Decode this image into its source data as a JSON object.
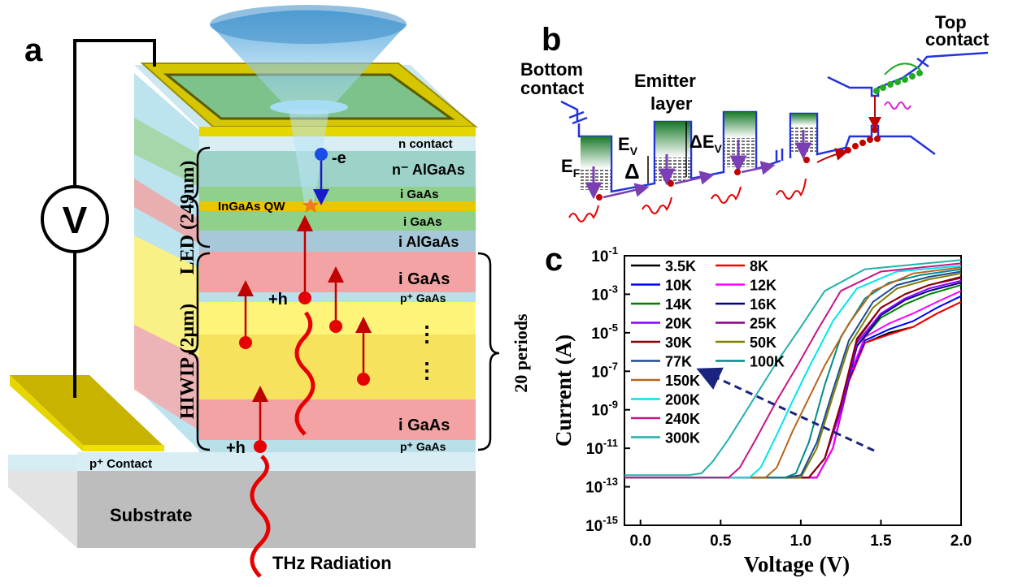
{
  "panel_a": {
    "label": "a",
    "voltmeter": "V",
    "n_contact": "n contact",
    "n_algaas": "n⁻ AlGaAs",
    "i_gaas_top": "i GaAs",
    "ingaas_qw": "InGaAs QW",
    "i_gaas_mid": "i GaAs",
    "i_algaas": "i AlGaAs",
    "i_gaas_1": "i GaAs",
    "p_gaas_1": "p⁺ GaAs",
    "i_gaas_2": "i GaAs",
    "p_gaas_2": "p⁺ GaAs",
    "p_contact": "p⁺ Contact",
    "substrate": "Substrate",
    "thz": "THz Radiation",
    "electron": "-e",
    "hole_1": "+h",
    "hole_2": "+h",
    "led": "LED (249nm)",
    "hiwip": "HIWIP (2μm)",
    "periods": "20 periods",
    "dots": "•\n•\n•\n•"
  },
  "panel_b": {
    "label": "b",
    "bottom_contact_1": "Bottom",
    "bottom_contact_2": "contact",
    "emitter_1": "Emitter",
    "emitter_2": "layer",
    "top_contact_1": "Top",
    "top_contact_2": "contact",
    "ef": "E",
    "ef_sub": "F",
    "ev": "E",
    "ev_sub": "V",
    "dev": "ΔE",
    "dev_sub": "V",
    "delta": "Δ"
  },
  "panel_c": {
    "label": "c",
    "xlabel": "Voltage (V)",
    "ylabel": "Current (A)",
    "xticks": [
      "0.0",
      "0.5",
      "1.0",
      "1.5",
      "2.0"
    ],
    "yticks": [
      {
        "base": "10",
        "exp": "-1"
      },
      {
        "base": "10",
        "exp": "-3"
      },
      {
        "base": "10",
        "exp": "-5"
      },
      {
        "base": "10",
        "exp": "-7"
      },
      {
        "base": "10",
        "exp": "-9"
      },
      {
        "base": "10",
        "exp": "-11"
      },
      {
        "base": "10",
        "exp": "-13"
      },
      {
        "base": "10",
        "exp": "-15"
      }
    ]
  },
  "chart_data": {
    "type": "line",
    "xlabel": "Voltage (V)",
    "ylabel": "Current (A)",
    "xlim": [
      -0.1,
      2.0
    ],
    "ylim": [
      1e-15,
      0.1
    ],
    "yscale": "log",
    "legend_position": "top-left",
    "series": [
      {
        "name": "3.5K",
        "color": "#000000",
        "x": [
          -0.1,
          0.4,
          0.9,
          1.1,
          1.2,
          1.3,
          1.4,
          1.55,
          1.7,
          1.85,
          2.0
        ],
        "y": [
          3e-13,
          3e-13,
          3e-13,
          3e-13,
          1e-11,
          3e-08,
          3e-06,
          1e-05,
          2e-05,
          0.0001,
          0.0004
        ]
      },
      {
        "name": "8K",
        "color": "#ff0000",
        "x": [
          -0.1,
          0.4,
          0.9,
          1.1,
          1.2,
          1.3,
          1.4,
          1.55,
          1.7,
          1.85,
          2.0
        ],
        "y": [
          3e-13,
          3e-13,
          3e-13,
          3e-13,
          1e-11,
          3e-08,
          3e-06,
          8e-06,
          2e-05,
          0.0001,
          0.0004
        ]
      },
      {
        "name": "10K",
        "color": "#0000ff",
        "x": [
          -0.1,
          0.4,
          0.9,
          1.1,
          1.2,
          1.3,
          1.4,
          1.55,
          1.7,
          1.85,
          2.0
        ],
        "y": [
          3e-13,
          3e-13,
          3e-13,
          3e-13,
          1e-11,
          4e-08,
          4e-06,
          1.5e-05,
          4e-05,
          0.0002,
          0.0008
        ]
      },
      {
        "name": "12K",
        "color": "#ff00ff",
        "x": [
          -0.1,
          0.4,
          0.9,
          1.1,
          1.2,
          1.3,
          1.4,
          1.55,
          1.7,
          1.85,
          2.0
        ],
        "y": [
          3e-13,
          3e-13,
          3e-13,
          3e-13,
          1e-11,
          5e-08,
          6e-06,
          3e-05,
          0.0001,
          0.0004,
          0.0015
        ]
      },
      {
        "name": "14K",
        "color": "#008000",
        "x": [
          -0.1,
          0.4,
          0.9,
          1.05,
          1.15,
          1.25,
          1.35,
          1.5,
          1.65,
          1.8,
          2.0
        ],
        "y": [
          3e-13,
          3e-13,
          3e-13,
          3e-13,
          3e-12,
          1e-09,
          2e-06,
          6e-05,
          0.0003,
          0.001,
          0.003
        ]
      },
      {
        "name": "16K",
        "color": "#000080",
        "x": [
          -0.1,
          0.4,
          0.9,
          1.05,
          1.15,
          1.25,
          1.35,
          1.5,
          1.65,
          1.8,
          2.0
        ],
        "y": [
          3e-13,
          3e-13,
          3e-13,
          3e-13,
          3e-12,
          1e-09,
          2e-06,
          8e-05,
          0.0005,
          0.0015,
          0.004
        ]
      },
      {
        "name": "20K",
        "color": "#8b00ff",
        "x": [
          -0.1,
          0.4,
          0.9,
          1.05,
          1.15,
          1.25,
          1.35,
          1.5,
          1.65,
          1.8,
          2.0
        ],
        "y": [
          3e-13,
          3e-13,
          3e-13,
          3e-13,
          3e-12,
          1e-09,
          3e-06,
          0.0001,
          0.0006,
          0.002,
          0.005
        ]
      },
      {
        "name": "25K",
        "color": "#8b008b",
        "x": [
          -0.1,
          0.4,
          0.9,
          1.05,
          1.15,
          1.25,
          1.35,
          1.5,
          1.65,
          1.8,
          2.0
        ],
        "y": [
          3e-13,
          3e-13,
          3e-13,
          3e-13,
          3e-12,
          2e-09,
          4e-06,
          0.0002,
          0.001,
          0.003,
          0.007
        ]
      },
      {
        "name": "30K",
        "color": "#8b0000",
        "x": [
          -0.1,
          0.4,
          0.9,
          1.05,
          1.15,
          1.25,
          1.35,
          1.5,
          1.65,
          1.8,
          2.0
        ],
        "y": [
          3e-13,
          3e-13,
          3e-13,
          3e-13,
          3e-12,
          2e-09,
          5e-06,
          0.0002,
          0.001,
          0.003,
          0.008
        ]
      },
      {
        "name": "50K",
        "color": "#808000",
        "x": [
          -0.1,
          0.4,
          0.9,
          1.0,
          1.1,
          1.2,
          1.3,
          1.45,
          1.6,
          1.8,
          2.0
        ],
        "y": [
          3e-13,
          3e-13,
          3e-13,
          3e-13,
          1e-11,
          5e-09,
          2e-06,
          0.0002,
          0.002,
          0.006,
          0.012
        ]
      },
      {
        "name": "77K",
        "color": "#1e4b96",
        "x": [
          -0.1,
          0.4,
          0.9,
          1.0,
          1.1,
          1.2,
          1.3,
          1.45,
          1.6,
          1.8,
          2.0
        ],
        "y": [
          3e-13,
          3e-13,
          3e-13,
          4e-13,
          2e-11,
          1e-08,
          4e-06,
          0.0004,
          0.003,
          0.008,
          0.015
        ]
      },
      {
        "name": "100K",
        "color": "#008b8b",
        "x": [
          -0.1,
          0.4,
          0.9,
          0.97,
          1.05,
          1.15,
          1.25,
          1.4,
          1.55,
          1.75,
          2.0
        ],
        "y": [
          3e-13,
          3e-13,
          3e-13,
          5e-13,
          2e-11,
          2e-08,
          6e-06,
          0.0006,
          0.004,
          0.01,
          0.02
        ]
      },
      {
        "name": "150K",
        "color": "#b8651b",
        "x": [
          -0.1,
          0.4,
          0.78,
          0.85,
          0.95,
          1.05,
          1.15,
          1.3,
          1.45,
          1.7,
          2.0
        ],
        "y": [
          3e-13,
          3e-13,
          3e-13,
          1e-12,
          8e-11,
          4e-09,
          2e-07,
          3e-05,
          0.0015,
          0.012,
          0.025
        ]
      },
      {
        "name": "200K",
        "color": "#00e5ee",
        "x": [
          -0.1,
          0.4,
          0.68,
          0.75,
          0.85,
          0.95,
          1.05,
          1.2,
          1.35,
          1.6,
          2.0
        ],
        "y": [
          3e-13,
          3e-13,
          3e-13,
          1e-12,
          5e-11,
          3e-09,
          1.5e-07,
          4e-05,
          0.002,
          0.015,
          0.03
        ]
      },
      {
        "name": "240K",
        "color": "#c71585",
        "x": [
          -0.1,
          0.4,
          0.55,
          0.62,
          0.72,
          0.85,
          0.98,
          1.1,
          1.25,
          1.5,
          2.0
        ],
        "y": [
          3e-13,
          3e-13,
          3e-13,
          1e-12,
          3e-11,
          3e-09,
          2e-07,
          1.2e-05,
          0.0015,
          0.015,
          0.04
        ]
      },
      {
        "name": "300K",
        "color": "#20b2aa",
        "x": [
          -0.1,
          0.3,
          0.38,
          0.45,
          0.55,
          0.7,
          0.85,
          1.0,
          1.15,
          1.4,
          2.0
        ],
        "y": [
          4e-13,
          4e-13,
          5e-13,
          2e-12,
          3e-11,
          3e-09,
          3e-07,
          2e-05,
          0.0015,
          0.02,
          0.06
        ]
      }
    ]
  }
}
